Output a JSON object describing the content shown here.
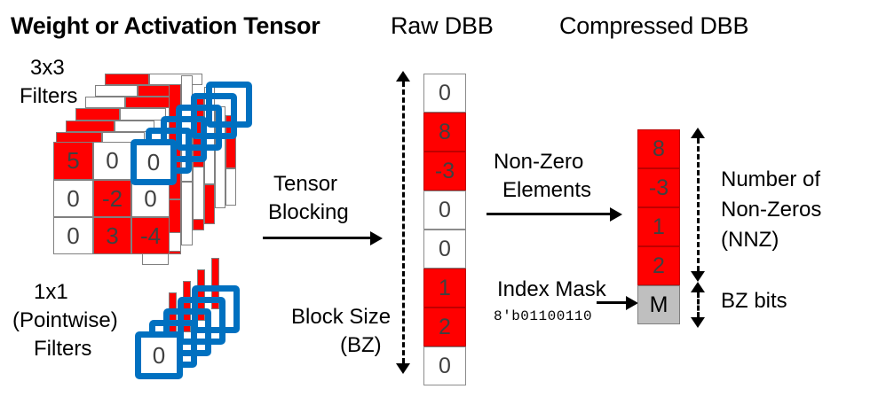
{
  "headings": {
    "left": "Weight or Activation Tensor",
    "middle": "Raw DBB",
    "right": "Compressed DBB"
  },
  "left_panel": {
    "filters_3x3_label_line1": "3x3",
    "filters_3x3_label_line2": "Filters",
    "pointwise_label_line1": "1x1",
    "pointwise_label_line2": "(Pointwise)",
    "pointwise_label_line3": "Filters",
    "pointwise_front_value": "0",
    "matrix": {
      "rows": [
        [
          {
            "value": "5",
            "color": "red"
          },
          {
            "value": "0",
            "color": "white"
          },
          {
            "value": "0",
            "color": "white"
          }
        ],
        [
          {
            "value": "0",
            "color": "white"
          },
          {
            "value": "-2",
            "color": "red"
          },
          {
            "value": "0",
            "color": "white"
          }
        ],
        [
          {
            "value": "0",
            "color": "white"
          },
          {
            "value": "3",
            "color": "red"
          },
          {
            "value": "-4",
            "color": "red"
          }
        ]
      ],
      "highlighted_cell": {
        "row": 0,
        "col": 2,
        "value": "0"
      }
    }
  },
  "arrows": {
    "tensor_blocking_line1": "Tensor",
    "tensor_blocking_line2": "Blocking",
    "nonzero_line1": "Non-Zero",
    "nonzero_line2": "Elements"
  },
  "raw_dbb": {
    "block_size_line1": "Block Size",
    "block_size_line2": "(BZ)",
    "cells": [
      {
        "value": "0",
        "color": "white"
      },
      {
        "value": "8",
        "color": "red"
      },
      {
        "value": "-3",
        "color": "red"
      },
      {
        "value": "0",
        "color": "white"
      },
      {
        "value": "0",
        "color": "white"
      },
      {
        "value": "1",
        "color": "red"
      },
      {
        "value": "2",
        "color": "red"
      },
      {
        "value": "0",
        "color": "white"
      }
    ]
  },
  "compressed_dbb": {
    "cells": [
      {
        "value": "8",
        "color": "red"
      },
      {
        "value": "-3",
        "color": "red"
      },
      {
        "value": "1",
        "color": "red"
      },
      {
        "value": "2",
        "color": "red"
      },
      {
        "value": "M",
        "color": "gray"
      }
    ],
    "index_mask_label": "Index Mask",
    "index_mask_value": "8'b01100110",
    "nnz_line1": "Number of",
    "nnz_line2": "Non-Zeros",
    "nnz_line3": "(NNZ)",
    "bz_bits_label": "BZ bits"
  },
  "colors": {
    "nonzero_red": "#ff0000",
    "zero_white": "#ffffff",
    "highlight_blue": "#0070c0",
    "mask_gray": "#bfbfbf",
    "cell_text": "#404040",
    "border_gray": "#808080"
  }
}
